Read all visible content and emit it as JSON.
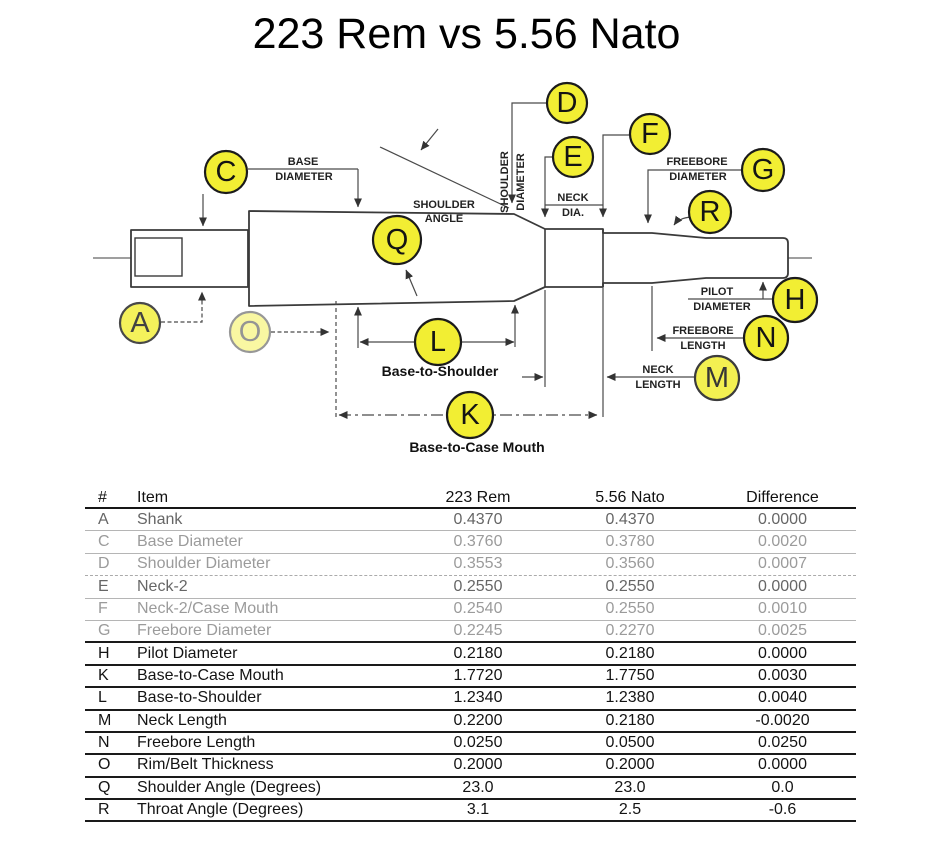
{
  "title": "223 Rem vs 5.56 Nato",
  "diagram": {
    "badge_fill": "#f2ee33",
    "badges": [
      "A",
      "C",
      "D",
      "E",
      "F",
      "G",
      "H",
      "K",
      "L",
      "M",
      "N",
      "O",
      "Q",
      "R"
    ],
    "labels": {
      "base_1": "BASE",
      "base_2": "DIAMETER",
      "shoulder_angle_1": "SHOULDER",
      "shoulder_angle_2": "ANGLE",
      "shoulder_dia_1": "SHOULDER",
      "shoulder_dia_2": "DIAMETER",
      "neck_dia_1": "NECK",
      "neck_dia_2": "DIA.",
      "freebore_dia_1": "FREEBORE",
      "freebore_dia_2": "DIAMETER",
      "pilot_1": "PILOT",
      "pilot_2": "DIAMETER",
      "freebore_len_1": "FREEBORE",
      "freebore_len_2": "LENGTH",
      "neck_len_1": "NECK",
      "neck_len_2": "LENGTH",
      "base_to_shoulder": "Base-to-Shoulder",
      "base_to_case_mouth": "Base-to-Case Mouth"
    }
  },
  "table": {
    "columns": [
      "#",
      "Item",
      "223 Rem",
      "5.56 Nato",
      "Difference"
    ],
    "rows": [
      {
        "num": "A",
        "item": "Shank",
        "rem": "0.4370",
        "nato": "0.4370",
        "diff": "0.0000",
        "tone": "dim",
        "rule": "light"
      },
      {
        "num": "C",
        "item": "Base Diameter",
        "rem": "0.3760",
        "nato": "0.3780",
        "diff": "0.0020",
        "tone": "faded",
        "rule": "light"
      },
      {
        "num": "D",
        "item": "Shoulder Diameter",
        "rem": "0.3553",
        "nato": "0.3560",
        "diff": "0.0007",
        "tone": "faded",
        "rule": "dashed"
      },
      {
        "num": "E",
        "item": "Neck-2",
        "rem": "0.2550",
        "nato": "0.2550",
        "diff": "0.0000",
        "tone": "dim",
        "rule": "light"
      },
      {
        "num": "F",
        "item": "Neck-2/Case Mouth",
        "rem": "0.2540",
        "nato": "0.2550",
        "diff": "0.0010",
        "tone": "faded",
        "rule": "light"
      },
      {
        "num": "G",
        "item": "Freebore Diameter",
        "rem": "0.2245",
        "nato": "0.2270",
        "diff": "0.0025",
        "tone": "faded",
        "rule": "strong"
      },
      {
        "num": "H",
        "item": "Pilot Diameter",
        "rem": "0.2180",
        "nato": "0.2180",
        "diff": "0.0000",
        "tone": "normal",
        "rule": "strong"
      },
      {
        "num": "K",
        "item": "Base-to-Case Mouth",
        "rem": "1.7720",
        "nato": "1.7750",
        "diff": "0.0030",
        "tone": "normal",
        "rule": "strong"
      },
      {
        "num": "L",
        "item": "Base-to-Shoulder",
        "rem": "1.2340",
        "nato": "1.2380",
        "diff": "0.0040",
        "tone": "normal",
        "rule": "strong"
      },
      {
        "num": "M",
        "item": "Neck Length",
        "rem": "0.2200",
        "nato": "0.2180",
        "diff": "-0.0020",
        "tone": "normal",
        "rule": "strong"
      },
      {
        "num": "N",
        "item": "Freebore Length",
        "rem": "0.0250",
        "nato": "0.0500",
        "diff": "0.0250",
        "tone": "normal",
        "rule": "strong"
      },
      {
        "num": "O",
        "item": "Rim/Belt Thickness",
        "rem": "0.2000",
        "nato": "0.2000",
        "diff": "0.0000",
        "tone": "normal",
        "rule": "strong"
      },
      {
        "num": "Q",
        "item": "Shoulder Angle (Degrees)",
        "rem": "23.0",
        "nato": "23.0",
        "diff": "0.0",
        "tone": "normal",
        "rule": "strong"
      },
      {
        "num": "R",
        "item": "Throat Angle (Degrees)",
        "rem": "3.1",
        "nato": "2.5",
        "diff": "-0.6",
        "tone": "normal",
        "rule": "strong"
      }
    ]
  }
}
